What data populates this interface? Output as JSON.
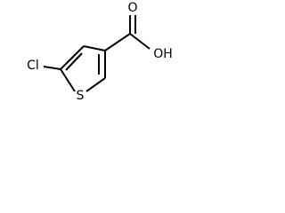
{
  "molecule": {
    "atoms": {
      "chlorine": "Cl",
      "sulfur": "S",
      "carbonyl_oxygen": "O",
      "hydroxyl": "OH"
    }
  }
}
